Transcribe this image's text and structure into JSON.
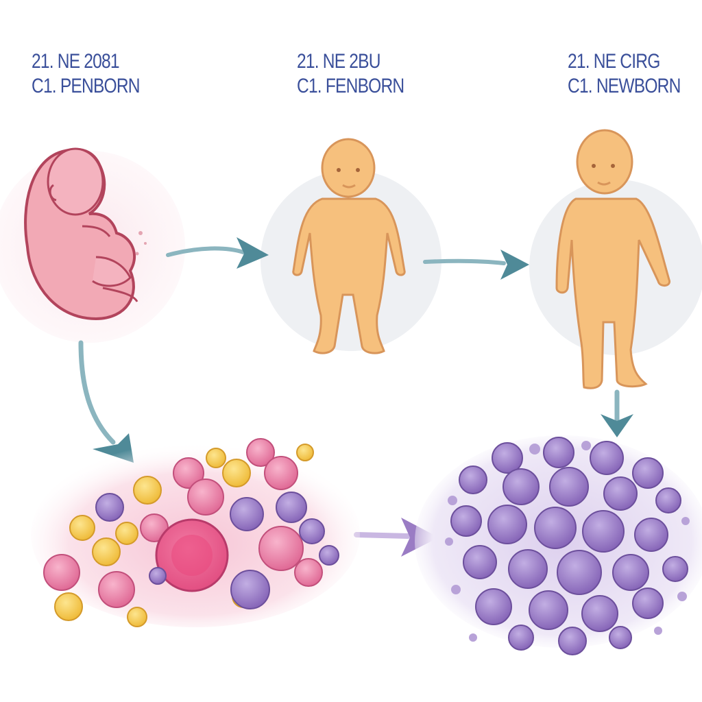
{
  "labels": [
    {
      "line1": "21. NE 2081",
      "line2": "C1. PENBORN"
    },
    {
      "line1": "21. NE 2BU",
      "line2": "C1. FENBORN"
    },
    {
      "line1": "21. NE CIRG",
      "line2": "C1. NEWBORN"
    }
  ],
  "colors": {
    "label_text": "#3a4f9a",
    "arrow": "#4f8a98",
    "arrow_purple": "#9a7cc4",
    "fetus_fill": "#f2a9b5",
    "fetus_stroke": "#b2445c",
    "baby_fill": "#f6c07d",
    "baby_stroke": "#d8955a",
    "cell_pink": "#e97aa3",
    "cell_yellow": "#f5cc55",
    "cell_purple": "#9a7cc4",
    "halo": "#eef0f3"
  },
  "stages": [
    "fetus-stage",
    "infant-stage",
    "toddler-stage",
    "mixed-cell-cluster",
    "purple-cell-cluster"
  ]
}
